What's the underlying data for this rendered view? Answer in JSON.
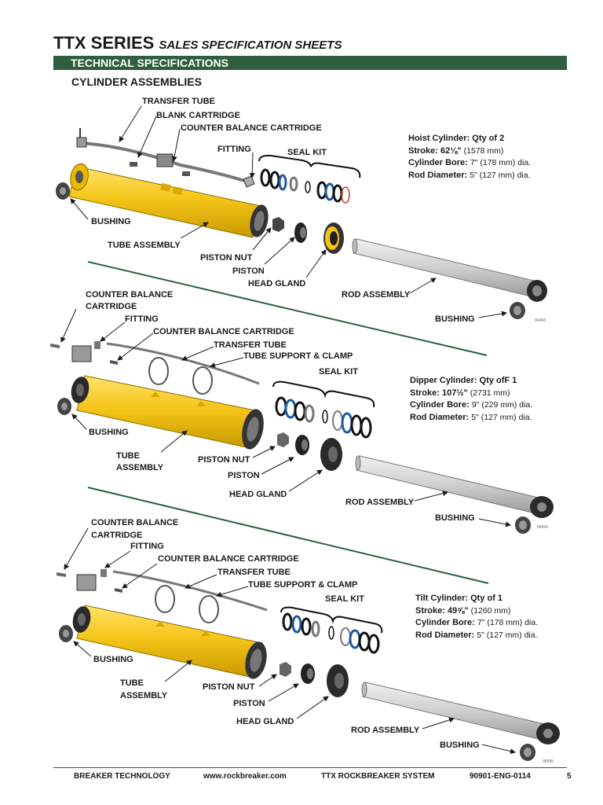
{
  "header": {
    "series": "TTX SERIES",
    "subtitle": "SALES SPECIFICATION SHEETS",
    "banner": "TECHNICAL SPECIFICATIONS",
    "section": "CYLINDER ASSEMBLIES"
  },
  "hoist": {
    "labels": {
      "transfer_tube": "TRANSFER TUBE",
      "blank_cartridge": "BLANK CARTRIDGE",
      "counter_balance_cartridge": "COUNTER BALANCE CARTRIDGE",
      "fitting": "FITTING",
      "seal_kit": "SEAL KIT",
      "bushing_left": "BUSHING",
      "tube_assembly": "TUBE ASSEMBLY",
      "piston_nut": "PISTON NUT",
      "piston": "PISTON",
      "head_gland": "HEAD GLAND",
      "rod_assembly": "ROD ASSEMBLY",
      "bushing_right": "BUSHING",
      "code": "90493"
    },
    "spec": {
      "title": "Hoist Cylinder: Qty of 2",
      "stroke_label": "Stroke:",
      "stroke_value": "62⅛\"",
      "stroke_metric": "(1578 mm)",
      "bore_label": "Cylinder Bore:",
      "bore_value": "7\" (178 mm) dia.",
      "rod_label": "Rod Diameter:",
      "rod_value": "5\" (127 mm) dia."
    }
  },
  "dipper": {
    "labels": {
      "counter_balance_cartridge_1": "COUNTER BALANCE",
      "counter_balance_cartridge_2": "CARTRIDGE",
      "fitting": "FITTING",
      "counter_balance_cartridge": "COUNTER BALANCE CARTRIDGE",
      "transfer_tube": "TRANSFER TUBE",
      "tube_support": "TUBE SUPPORT & CLAMP",
      "seal_kit": "SEAL KIT",
      "bushing_left": "BUSHING",
      "tube_1": "TUBE",
      "tube_2": "ASSEMBLY",
      "piston_nut": "PISTON NUT",
      "piston": "PISTON",
      "head_gland": "HEAD GLAND",
      "rod_assembly": "ROD ASSEMBLY",
      "bushing_right": "BUSHING",
      "code": "90494"
    },
    "spec": {
      "title": "Dipper Cylinder: Qty ofF 1",
      "stroke_label": "Stroke:",
      "stroke_value": "107½\"",
      "stroke_metric": "(2731 mm)",
      "bore_label": "Cylinder Bore:",
      "bore_value": "9\" (229 mm) dia.",
      "rod_label": "Rod Diameter:",
      "rod_value": "5\" (127 mm) dia."
    }
  },
  "tilt": {
    "labels": {
      "counter_balance_cartridge_1": "COUNTER BALANCE",
      "counter_balance_cartridge_2": "CARTRIDGE",
      "fitting": "FITTING",
      "counter_balance_cartridge": "COUNTER BALANCE CARTRIDGE",
      "transfer_tube": "TRANSFER TUBE",
      "tube_support": "TUBE SUPPORT & CLAMP",
      "seal_kit": "SEAL KIT",
      "bushing_left": "BUSHING",
      "tube_1": "TUBE",
      "tube_2": "ASSEMBLY",
      "piston_nut": "PISTON NUT",
      "piston": "PISTON",
      "head_gland": "HEAD GLAND",
      "rod_assembly": "ROD ASSEMBLY",
      "bushing_right": "BUSHING",
      "code": "90495"
    },
    "spec": {
      "title": "Tilt Cylinder: Qty of 1",
      "stroke_label": "Stroke:",
      "stroke_value": "49⅝\"",
      "stroke_metric": "(1260 mm)",
      "bore_label": "Cylinder Bore:",
      "bore_value": "7\" (178 mm) dia.",
      "rod_label": "Rod Diameter:",
      "rod_value": "5\" (127 mm) dia."
    }
  },
  "footer": {
    "company": "BREAKER TECHNOLOGY",
    "url": "www.rockbreaker.com",
    "system": "TTX ROCKBREAKER  SYSTEM",
    "doc": "90901-ENG-0114",
    "page": "5"
  },
  "colors": {
    "accent": "#2e5e3e",
    "tube": "#f5c518",
    "rod": "#d4d4d4",
    "part_dark": "#2a2a2a"
  }
}
